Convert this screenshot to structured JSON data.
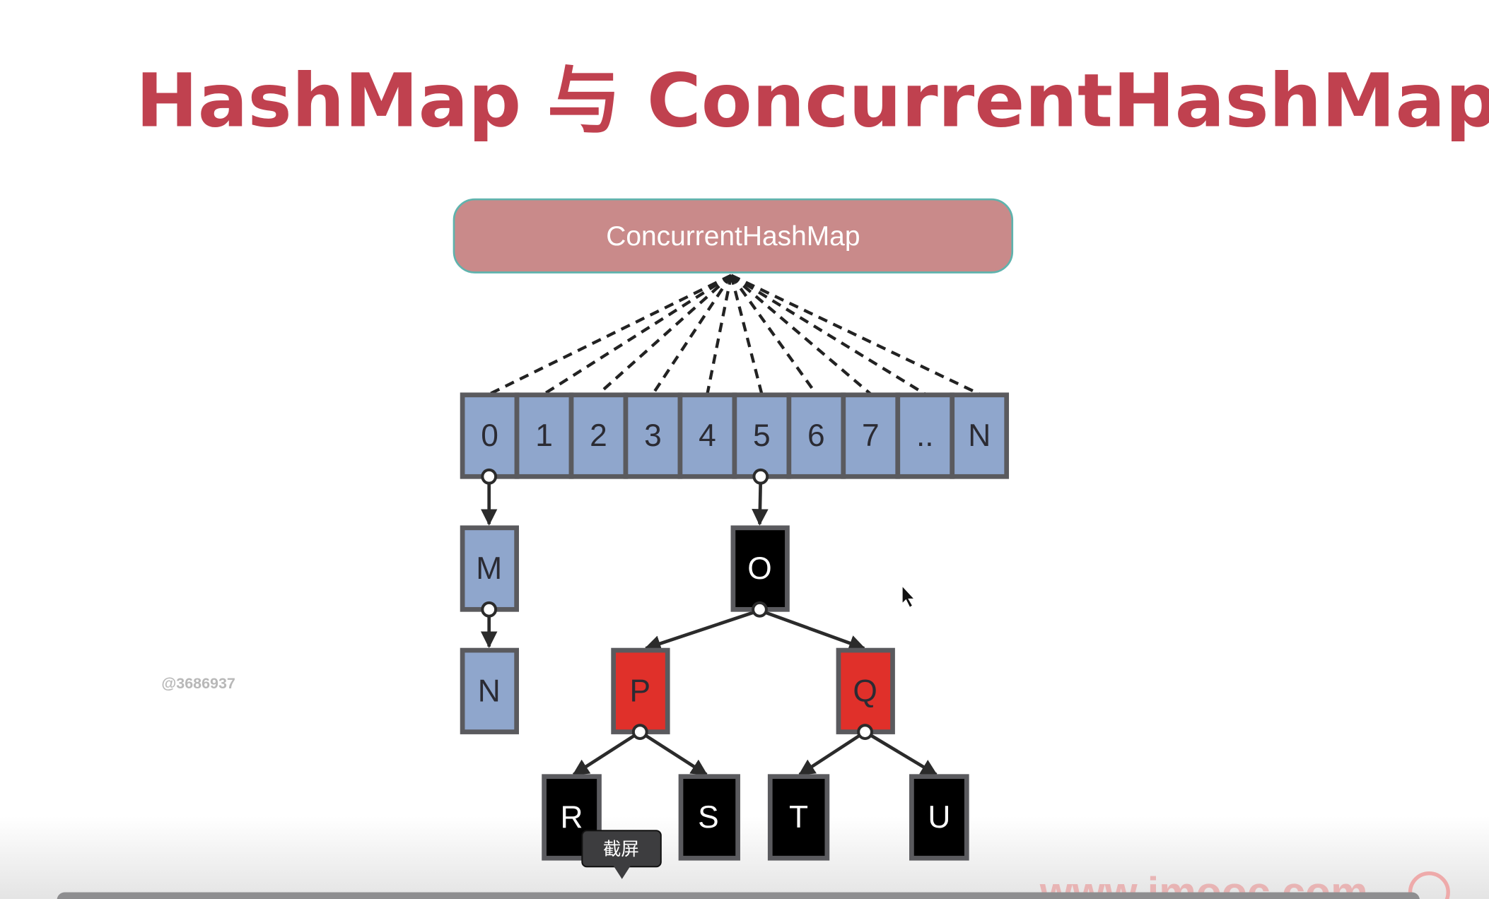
{
  "slide": {
    "title": "HashMap 与 ConcurrentHashMap",
    "root_label": "ConcurrentHashMap",
    "cells": [
      "0",
      "1",
      "2",
      "3",
      "4",
      "5",
      "6",
      "7",
      "..",
      "N"
    ],
    "chain_nodes": [
      "M",
      "N"
    ],
    "tree": {
      "root": "O",
      "left": "P",
      "right": "Q",
      "left_children": [
        "R",
        "S"
      ],
      "right_children": [
        "T",
        "U"
      ]
    },
    "watermark_user": "@3686937",
    "site_watermark": "www.imooc.com"
  },
  "tooltip": {
    "label": "截屏"
  },
  "colors": {
    "title": "#c0414f",
    "root_fill": "#c98a8a",
    "cell_fill": "#8fa6cc",
    "red_node": "#e0302a",
    "black_node": "#000000"
  }
}
